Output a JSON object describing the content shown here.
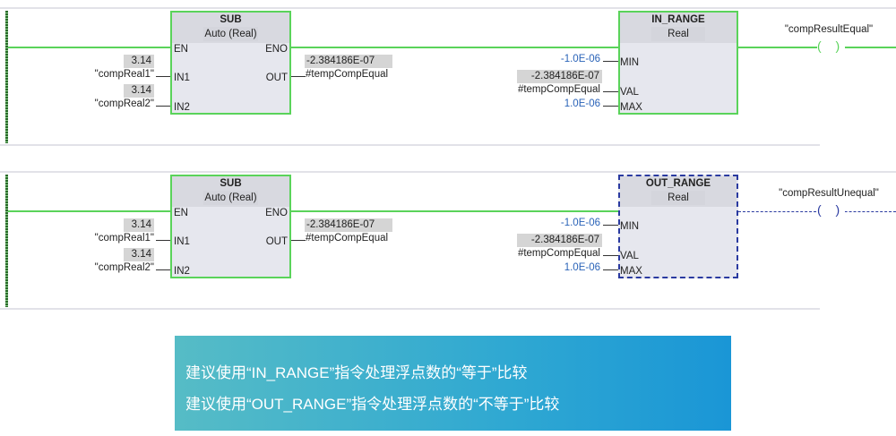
{
  "networks": [
    {
      "sub": {
        "title": "SUB",
        "type": "Auto (Real)",
        "en": "EN",
        "eno": "ENO",
        "in1": "IN1",
        "in2": "IN2",
        "out": "OUT",
        "in1_value": "3.14",
        "in1_tag": "\"compReal1\"",
        "in2_value": "3.14",
        "in2_tag": "\"compReal2\"",
        "out_value": "-2.384186E-07",
        "out_tag": "#tempCompEqual"
      },
      "cmp": {
        "title": "IN_RANGE",
        "type": "Real",
        "min": "MIN",
        "val": "VAL",
        "max": "MAX",
        "min_value": "-1.0E-06",
        "val_value": "-2.384186E-07",
        "val_tag": "#tempCompEqual",
        "max_value": "1.0E-06"
      },
      "coil": {
        "tag": "\"compResultEqual\"",
        "symbol": "( )"
      }
    },
    {
      "sub": {
        "title": "SUB",
        "type": "Auto (Real)",
        "en": "EN",
        "eno": "ENO",
        "in1": "IN1",
        "in2": "IN2",
        "out": "OUT",
        "in1_value": "3.14",
        "in1_tag": "\"compReal1\"",
        "in2_value": "3.14",
        "in2_tag": "\"compReal2\"",
        "out_value": "-2.384186E-07",
        "out_tag": "#tempCompEqual"
      },
      "cmp": {
        "title": "OUT_RANGE",
        "type": "Real",
        "min": "MIN",
        "val": "VAL",
        "max": "MAX",
        "min_value": "-1.0E-06",
        "val_value": "-2.384186E-07",
        "val_tag": "#tempCompEqual",
        "max_value": "1.0E-06"
      },
      "coil": {
        "tag": "\"compResultUnequal\"",
        "symbol": "( )"
      }
    }
  ],
  "banner": {
    "line1": "建议使用“IN_RANGE”指令处理浮点数的“等于”比较",
    "line2": "建议使用“OUT_RANGE”指令处理浮点数的“不等于”比较"
  },
  "colors": {
    "wire": "#5ad35a",
    "selection": "#2a3aa0",
    "constant": "#2a63b8"
  }
}
